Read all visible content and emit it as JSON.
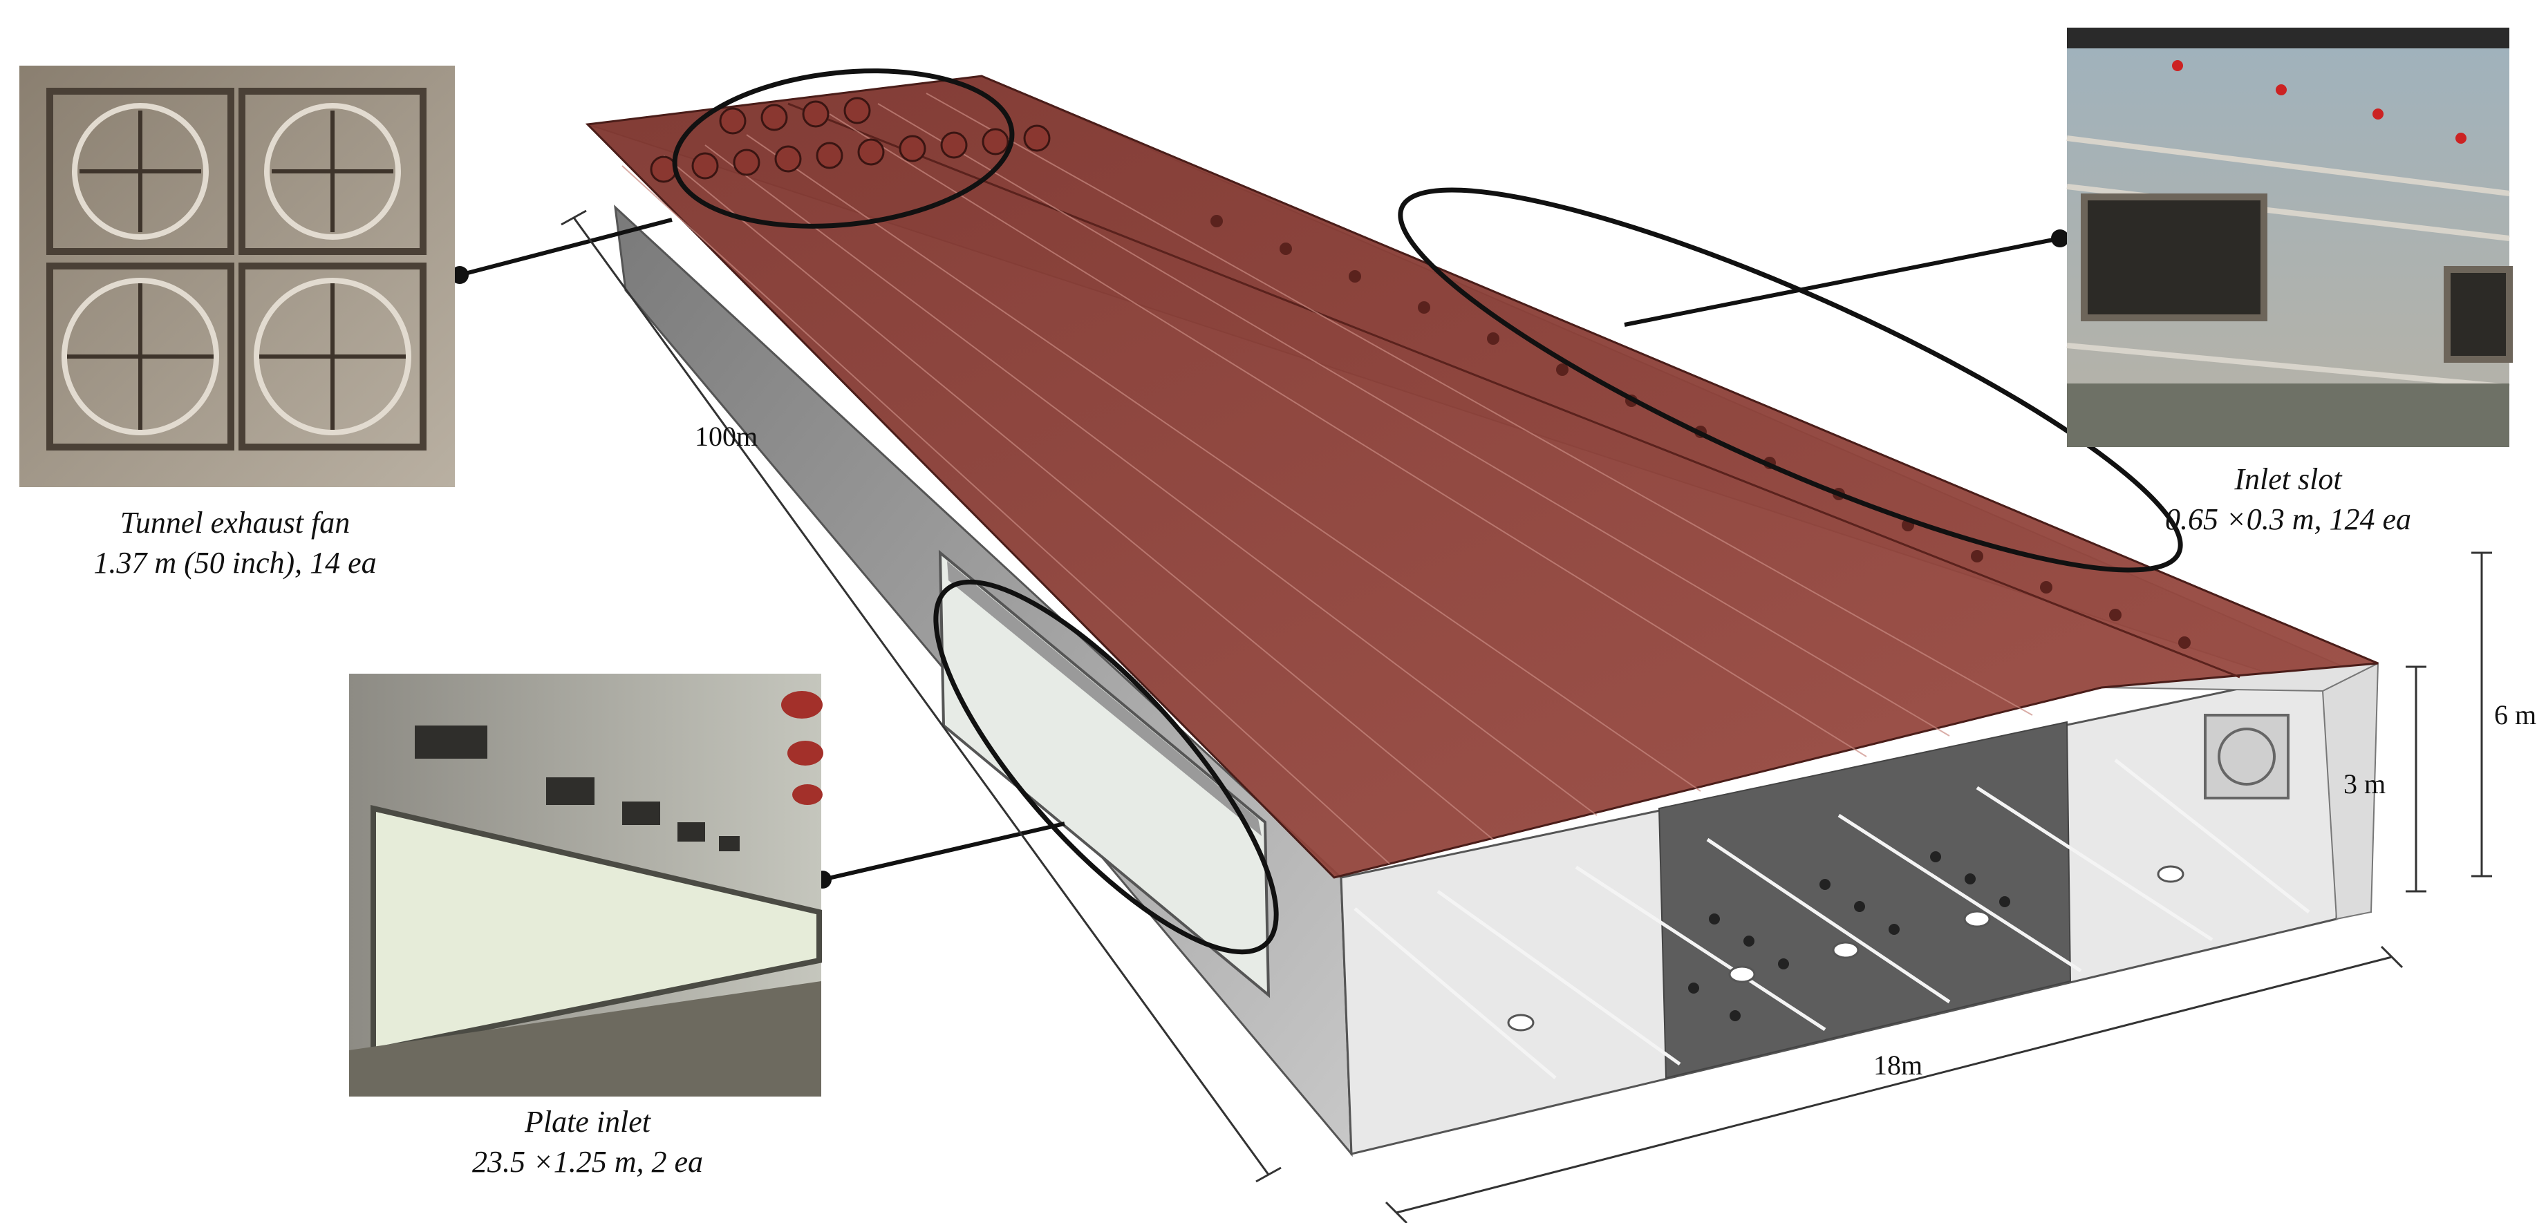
{
  "callouts": {
    "exhaust_fan": {
      "name": "Tunnel exhaust fan",
      "spec": "1.37 m (50 inch), 14 ea"
    },
    "plate_inlet": {
      "name": "Plate inlet",
      "spec": "23.5 ×1.25 m, 2 ea"
    },
    "inlet_slot": {
      "name": "Inlet slot",
      "spec": "0.65 ×0.3 m, 124 ea"
    }
  },
  "dimensions": {
    "length": "100m",
    "width": "18m",
    "wall_height": "3 m",
    "ridge_height": "6 m"
  },
  "colors": {
    "roof": "#8e3e36",
    "roof_dark": "#6e2a24",
    "wall": "#d4d4d4",
    "wall_dark": "#9a9a9a",
    "floor": "#e6e6e6",
    "floor_dark": "#5c5c5c",
    "line": "#111111"
  }
}
